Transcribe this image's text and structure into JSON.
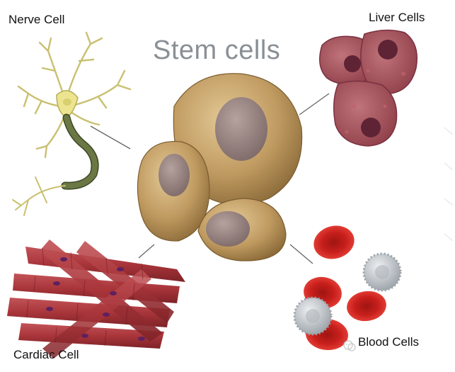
{
  "diagram": {
    "title": "Stem cells",
    "labels": {
      "nerve": "Nerve Cell",
      "liver": "Liver Cells",
      "cardiac": "Cardiac Cell",
      "blood": "Blood Cells"
    }
  },
  "colors": {
    "stem_cell": "#bf9a60",
    "stem_nucleus": "#8e7b78",
    "liver_cell": "#a8535c",
    "liver_nucleus": "#5e2435",
    "red_blood_cell": "#d0231f",
    "white_blood_cell": "#c8cdd3",
    "cardiac_muscle": "#a8353a",
    "nerve_cell": "#e7e08a",
    "myelin": "#5f6b3d",
    "connector": "#666666",
    "title": "#8a8f95"
  }
}
